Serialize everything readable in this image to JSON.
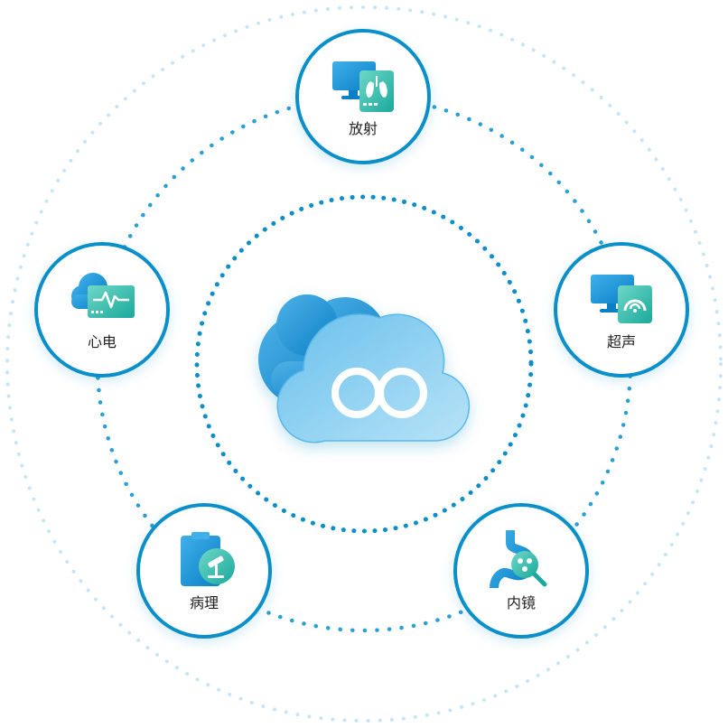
{
  "colors": {
    "accent": "#0a8fc8",
    "outer_dots": "#bfe3f3",
    "mid_dots": "#2a9fd6",
    "inner_dots": "#0a8fc8",
    "cloud_dark": "#0f86cf",
    "cloud_light": "#8dcff0",
    "teal": "#35c3b4"
  },
  "center": {
    "icon": "cloud-infinity-icon"
  },
  "nodes": [
    {
      "id": "radiology",
      "label": "放射",
      "icon": "monitor-lungs-icon"
    },
    {
      "id": "ultrasound",
      "label": "超声",
      "icon": "monitor-ultrasound-icon"
    },
    {
      "id": "endoscopy",
      "label": "内镜",
      "icon": "stomach-magnifier-icon"
    },
    {
      "id": "pathology",
      "label": "病理",
      "icon": "clipboard-microscope-icon"
    },
    {
      "id": "ecg",
      "label": "心电",
      "icon": "cloud-ecg-icon"
    }
  ]
}
